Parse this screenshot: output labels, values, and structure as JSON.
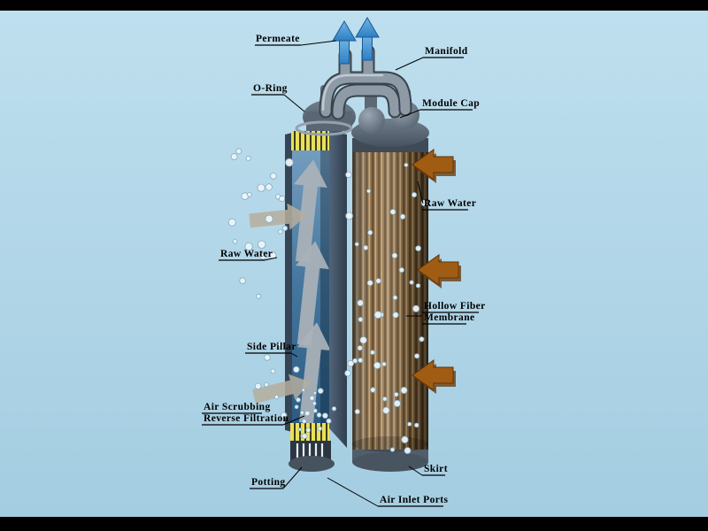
{
  "labels": {
    "permeate": "Permeate",
    "manifold": "Manifold",
    "o_ring": "O-Ring",
    "module_cap": "Module Cap",
    "raw_water_right": "Raw Water",
    "raw_water_left": "Raw Water",
    "hollow_fiber_line1": "Hollow Fiber",
    "hollow_fiber_line2": "Membrane",
    "side_pillar": "Side Pillar",
    "air_scrubbing_line1": "Air Scrubbing",
    "air_scrubbing_line2": "Reverse Filtration",
    "potting": "Potting",
    "air_inlet_ports": "Air Inlet Ports",
    "skirt": "Skirt"
  },
  "colors": {
    "background": "#b3d7e8",
    "frame_bar": "#000000",
    "permeate_arrow": "#2e7fc2",
    "raw_water_arrow": "#a15c14",
    "fiber_light": "#c2a172",
    "fiber_dark": "#5f4628",
    "potting_band": "#e9e05a",
    "module_shell": "#44556a",
    "interior_flow_arrow": "#aab2b8",
    "label_text": "#000000"
  }
}
